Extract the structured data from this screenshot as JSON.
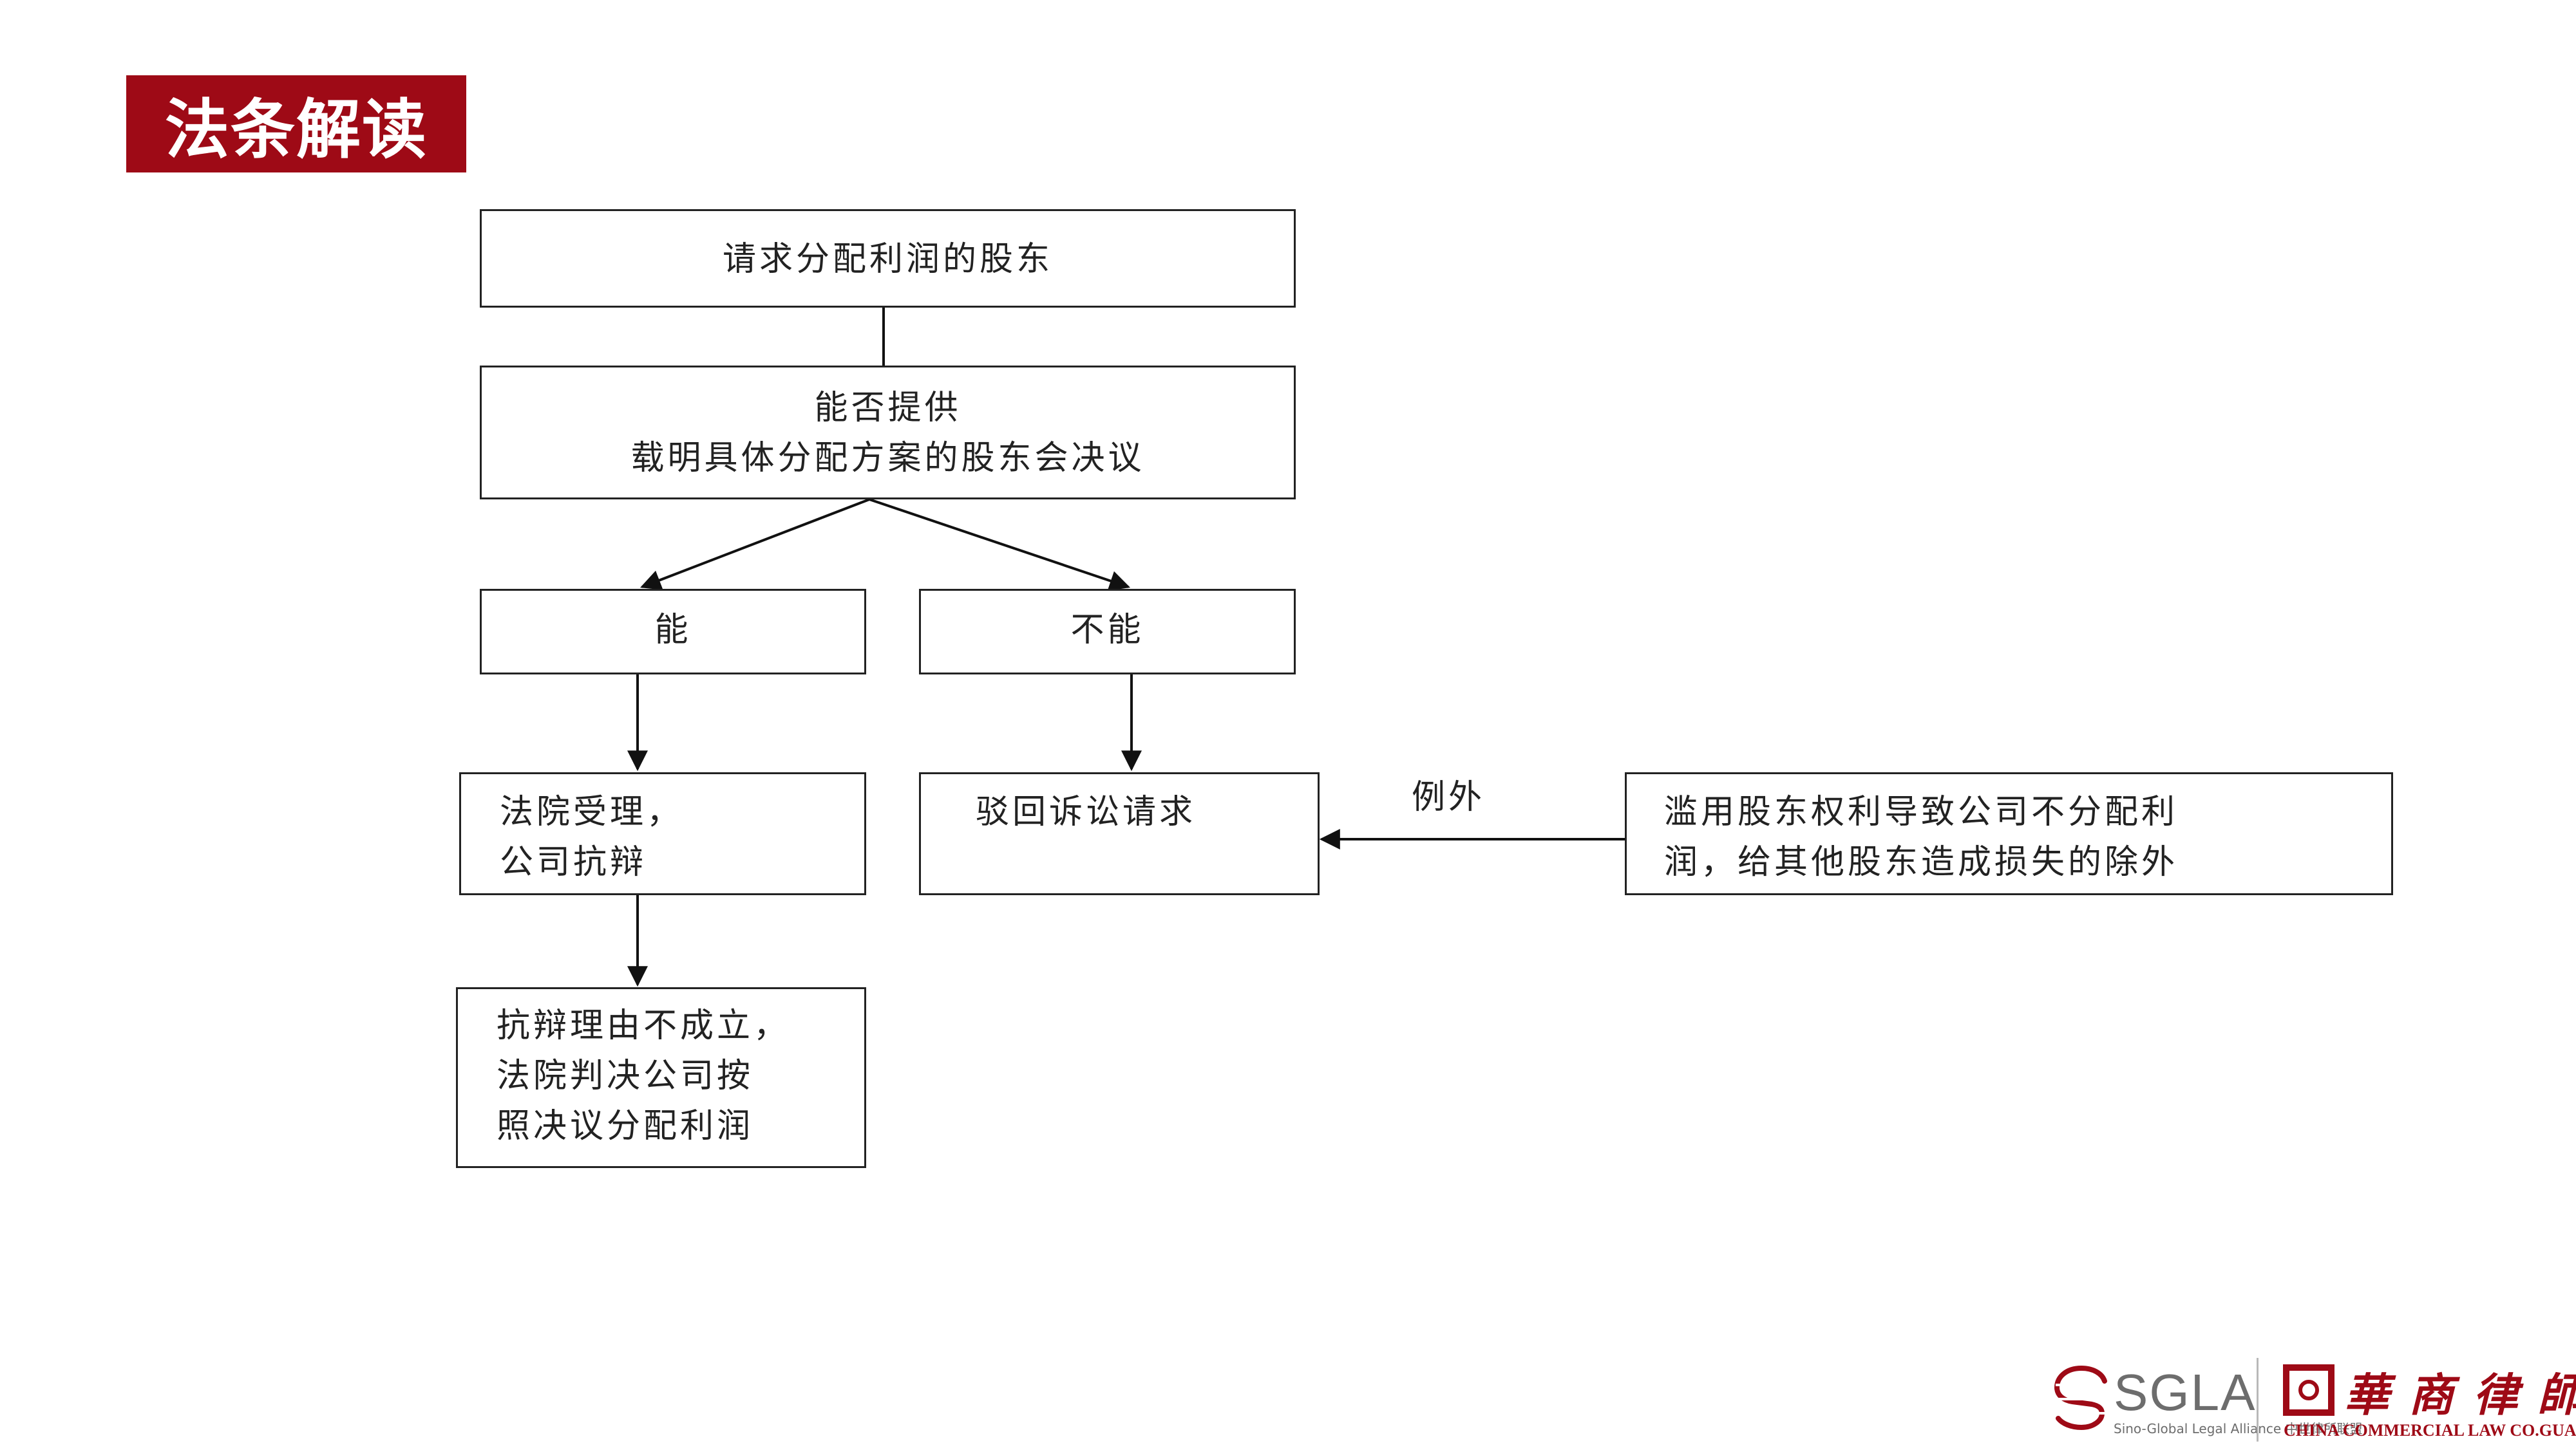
{
  "header": {
    "title": "法条解读"
  },
  "flowchart": {
    "start": {
      "lines": [
        "请求分配利润的股东"
      ]
    },
    "decision": {
      "lines": [
        "能否提供",
        "载明具体分配方案的股东会决议"
      ]
    },
    "yes": {
      "lines": [
        "能"
      ]
    },
    "no": {
      "lines": [
        "不能"
      ]
    },
    "accept": {
      "lines": [
        "法院受理，",
        "公司抗辩"
      ]
    },
    "reject": {
      "lines": [
        "驳回诉讼请求"
      ]
    },
    "exception": {
      "lines": [
        "滥用股东权利导致公司不分配利",
        "润，给其他股东造成损失的除外"
      ]
    },
    "exception_label": "例外",
    "result": {
      "lines": [
        "抗辩理由不成立，",
        "法院判决公司按",
        "照决议分配利润"
      ]
    }
  },
  "footer": {
    "sgla_name": "SGLA",
    "sgla_sub": "Sino-Global Legal Alliance 中世律所联盟",
    "cc_name_cn": "華商律師",
    "cc_name_en": "CHINA COMMERCIAL LAW CO.GUANGDONG"
  },
  "colors": {
    "brand_red": "#9e0a16",
    "line": "#222222",
    "logo_gray": "#6d6d6d"
  }
}
